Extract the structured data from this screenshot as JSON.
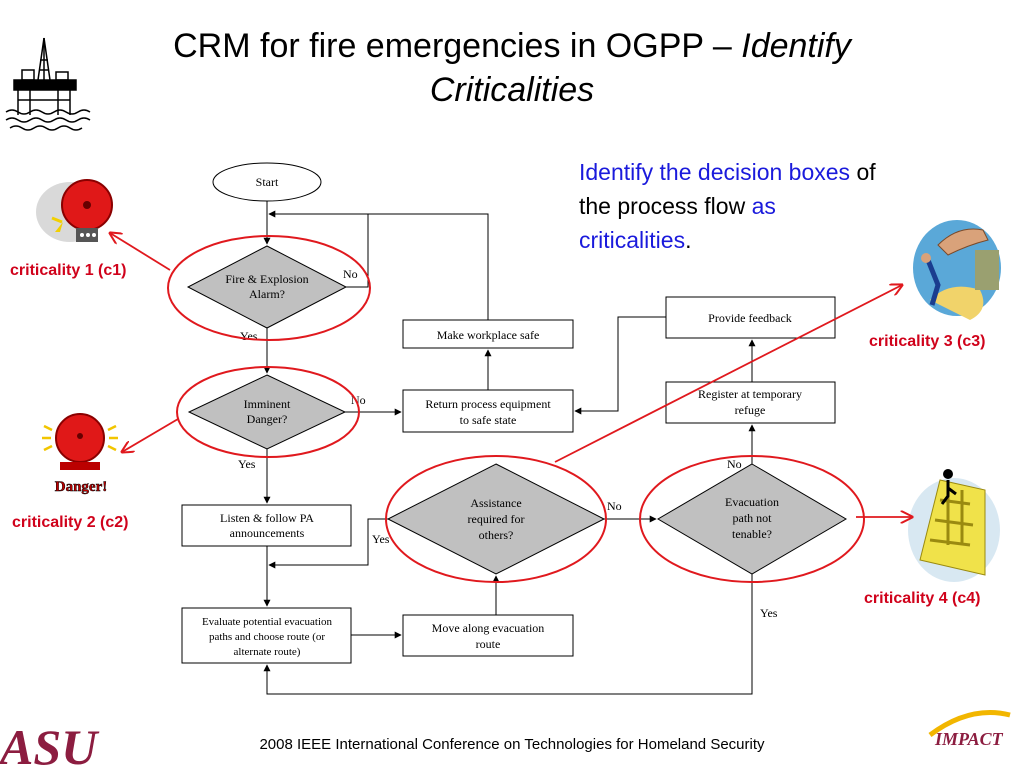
{
  "title": {
    "line1_plain": "CRM for fire emergencies in OGPP – ",
    "line1_italic": "Identify",
    "line2_italic": "Criticalities"
  },
  "intro": {
    "part1_blue": "Identify the decision boxes",
    "part2": " of the process flow ",
    "part3_blue": "as criticalities",
    "part4": "."
  },
  "criticality_labels": {
    "c1": "criticality 1 (c1)",
    "c2": "criticality 2 (c2)",
    "c3": "criticality 3 (c3)",
    "c4": "criticality 4 (c4)"
  },
  "flow": {
    "start": "Start",
    "fire_alarm": [
      "Fire & Explosion",
      "Alarm?"
    ],
    "imminent": [
      "Imminent",
      "Danger?"
    ],
    "assistance": [
      "Assistance",
      "required for",
      "others?"
    ],
    "evac_path": [
      "Evacuation",
      "path not",
      "tenable?"
    ],
    "listen": [
      "Listen & follow PA",
      "announcements"
    ],
    "evaluate": [
      "Evaluate potential evacuation",
      "paths and choose route (or",
      "alternate route)"
    ],
    "move": [
      "Move along evacuation",
      "route"
    ],
    "return_equip": [
      "Return process equipment",
      "to safe state"
    ],
    "make_safe": "Make workplace safe",
    "provide_feedback": "Provide feedback",
    "register": [
      "Register at temporary",
      "refuge"
    ],
    "yes": "Yes",
    "no": "No"
  },
  "icons": {
    "oil_rig": "oil-rig-icon",
    "alarm_bell": "alarm-bell-icon",
    "danger_bell": "danger-bell-icon",
    "danger_text": "Danger!",
    "helping_hand": "helping-hand-icon",
    "maze": "maze-icon",
    "asu_logo_text": "ASU",
    "impact_logo_text": "IMPACT"
  },
  "colors": {
    "highlight_red": "#e0191e",
    "decision_fill": "#c0c0c0",
    "blue_text": "#1a1adc",
    "asu_maroon": "#8c1d40"
  },
  "footer": "2008 IEEE International Conference on Technologies for Homeland Security"
}
